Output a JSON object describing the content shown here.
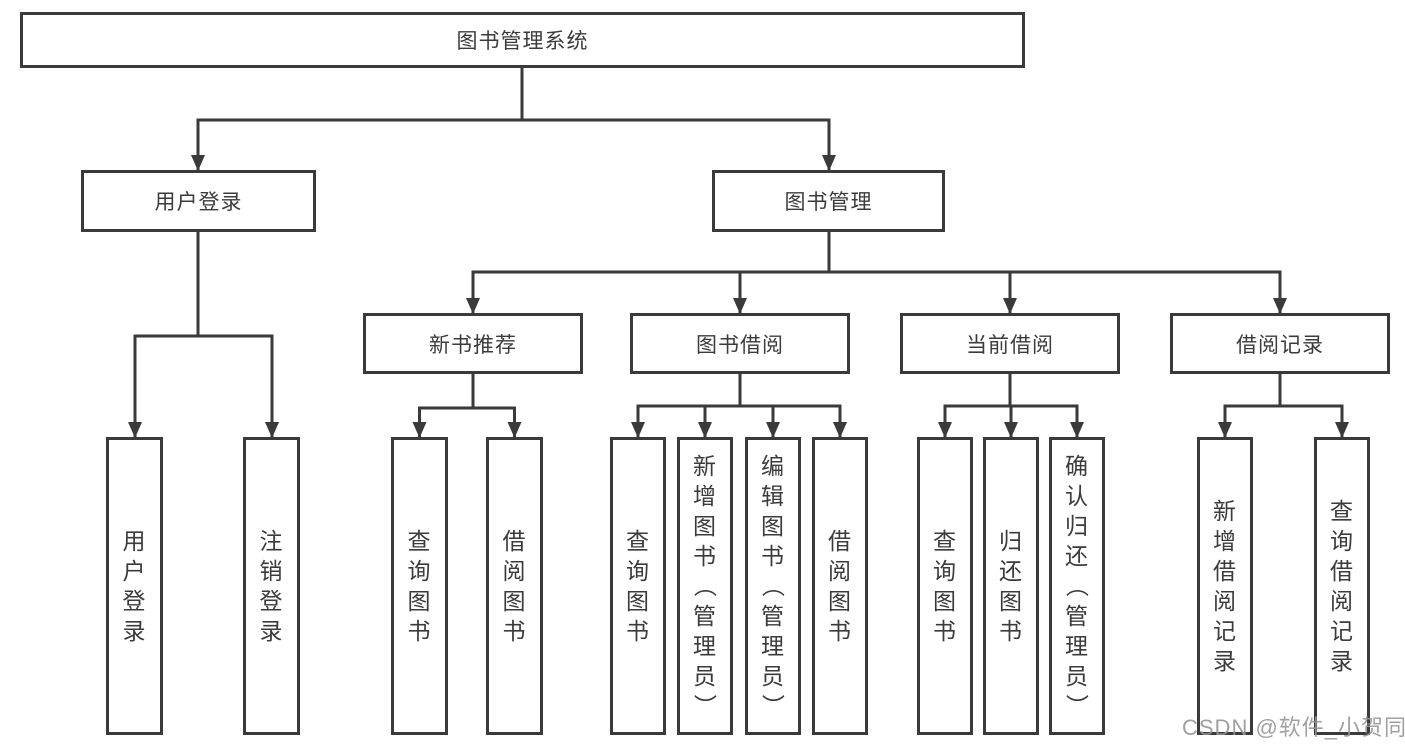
{
  "tree": {
    "root": {
      "label": "图书管理系统"
    },
    "branches": [
      {
        "label": "用户登录",
        "leaves": [
          {
            "label": "用户登录"
          },
          {
            "label": "注销登录"
          }
        ]
      },
      {
        "label": "图书管理",
        "groups": [
          {
            "label": "新书推荐",
            "leaves": [
              {
                "label": "查询图书"
              },
              {
                "label": "借阅图书"
              }
            ]
          },
          {
            "label": "图书借阅",
            "leaves": [
              {
                "label": "查询图书"
              },
              {
                "label": "新增图书（管理员）"
              },
              {
                "label": "编辑图书（管理员）"
              },
              {
                "label": "借阅图书"
              }
            ]
          },
          {
            "label": "当前借阅",
            "leaves": [
              {
                "label": "查询图书"
              },
              {
                "label": "归还图书"
              },
              {
                "label": "确认归还（管理员）"
              }
            ]
          },
          {
            "label": "借阅记录",
            "leaves": [
              {
                "label": "新增借阅记录"
              },
              {
                "label": "查询借阅记录"
              }
            ]
          }
        ]
      }
    ]
  },
  "watermark": {
    "text": "CSDN @软件_小贺同学"
  },
  "colors": {
    "line": "#3a3a3a",
    "text": "#3b3b3b",
    "watermark": "#969696",
    "background": "#ffffff"
  }
}
